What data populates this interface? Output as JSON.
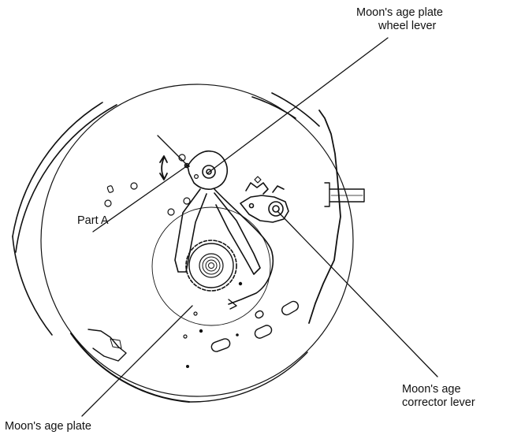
{
  "diagram": {
    "labels": {
      "wheel_lever": {
        "line1": "Moon's age plate",
        "line2": "wheel lever"
      },
      "part_a": "Part A",
      "corrector_lever": {
        "line1": "Moon's age",
        "line2": "corrector lever"
      },
      "age_plate": "Moon's age plate"
    },
    "colors": {
      "ink": "#111111",
      "paper": "#ffffff"
    }
  }
}
